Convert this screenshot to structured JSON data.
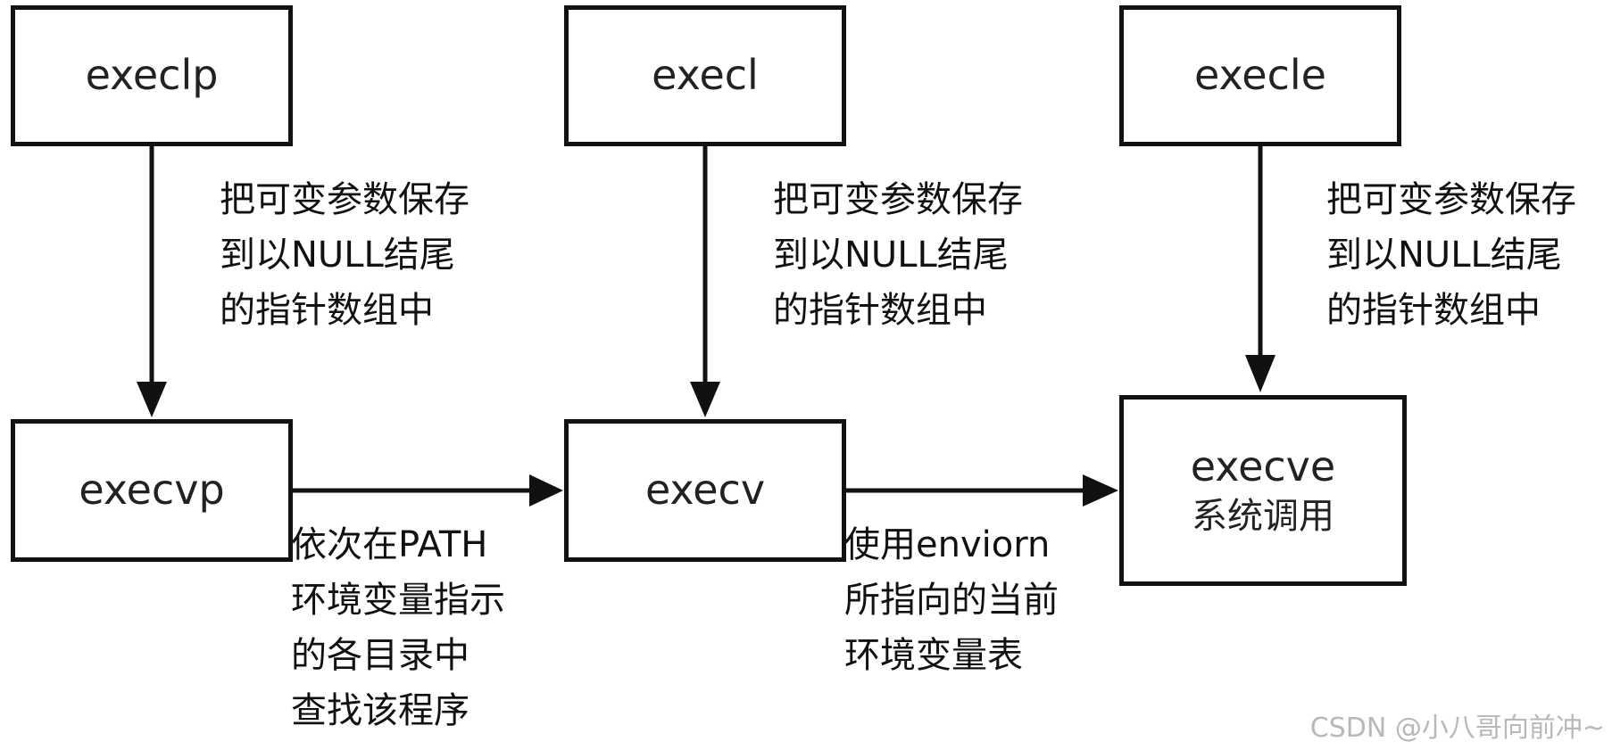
{
  "boxes": {
    "execlp": {
      "title": "execlp"
    },
    "execl": {
      "title": "execl"
    },
    "execle": {
      "title": "execle"
    },
    "execvp": {
      "title": "execvp"
    },
    "execv": {
      "title": "execv"
    },
    "execve": {
      "title": "execve",
      "subtitle": "系统调用"
    }
  },
  "notes": {
    "execlp_to_execvp": [
      "把可变参数保存",
      "到以NULL结尾",
      "的指针数组中"
    ],
    "execl_to_execv": [
      "把可变参数保存",
      "到以NULL结尾",
      "的指针数组中"
    ],
    "execle_to_execve": [
      "把可变参数保存",
      "到以NULL结尾",
      "的指针数组中"
    ],
    "execvp_to_execv": [
      "依次在PATH",
      "环境变量指示",
      "的各目录中",
      "查找该程序"
    ],
    "execv_to_execve": [
      "使用enviorn",
      "所指向的当前",
      "环境变量表"
    ]
  },
  "watermark": "CSDN @小八哥向前冲~"
}
